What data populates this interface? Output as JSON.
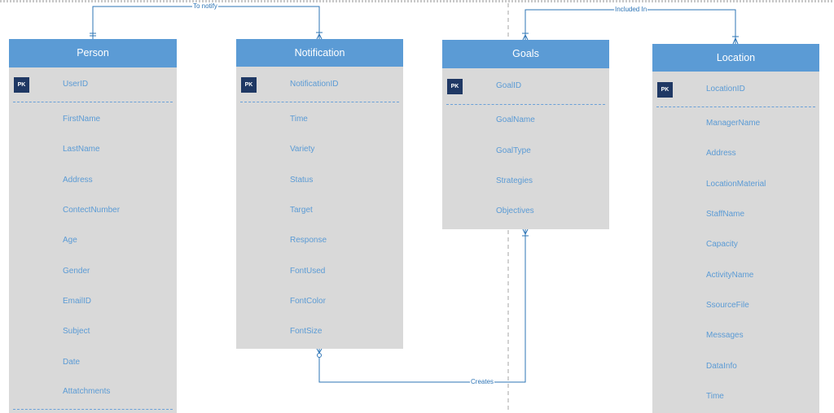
{
  "diagram": {
    "relationships": [
      {
        "label": "To notify",
        "from": "Person",
        "to": "Notification"
      },
      {
        "label": "Included In",
        "from": "Goals",
        "to": "Location"
      },
      {
        "label": "Creates",
        "from": "Notification",
        "to": "Goals"
      }
    ],
    "entities": [
      {
        "id": "person",
        "title": "Person",
        "key": {
          "badge": "PK",
          "name": "UserID"
        },
        "fields": [
          "FirstName",
          "LastName",
          "Address",
          "ContectNumber",
          "Age",
          "Gender",
          "EmailID",
          "Subject",
          "Date",
          "Attatchments"
        ]
      },
      {
        "id": "notification",
        "title": "Notification",
        "key": {
          "badge": "PK",
          "name": "NotificationID"
        },
        "fields": [
          "Time",
          "Variety",
          "Status",
          "Target",
          "Response",
          "FontUsed",
          "FontColor",
          "FontSize"
        ]
      },
      {
        "id": "goals",
        "title": "Goals",
        "key": {
          "badge": "PK",
          "name": "GoalID"
        },
        "fields": [
          "GoalName",
          "GoalType",
          "Strategies",
          "Objectives"
        ]
      },
      {
        "id": "location",
        "title": "Location",
        "key": {
          "badge": "PK",
          "name": "LocationID"
        },
        "fields": [
          "ManagerName",
          "Address",
          "LocationMaterial",
          "StaffName",
          "Capacity",
          "ActivityName",
          "SsourceFile",
          "Messages",
          "DataInfo",
          "Time"
        ]
      }
    ]
  }
}
